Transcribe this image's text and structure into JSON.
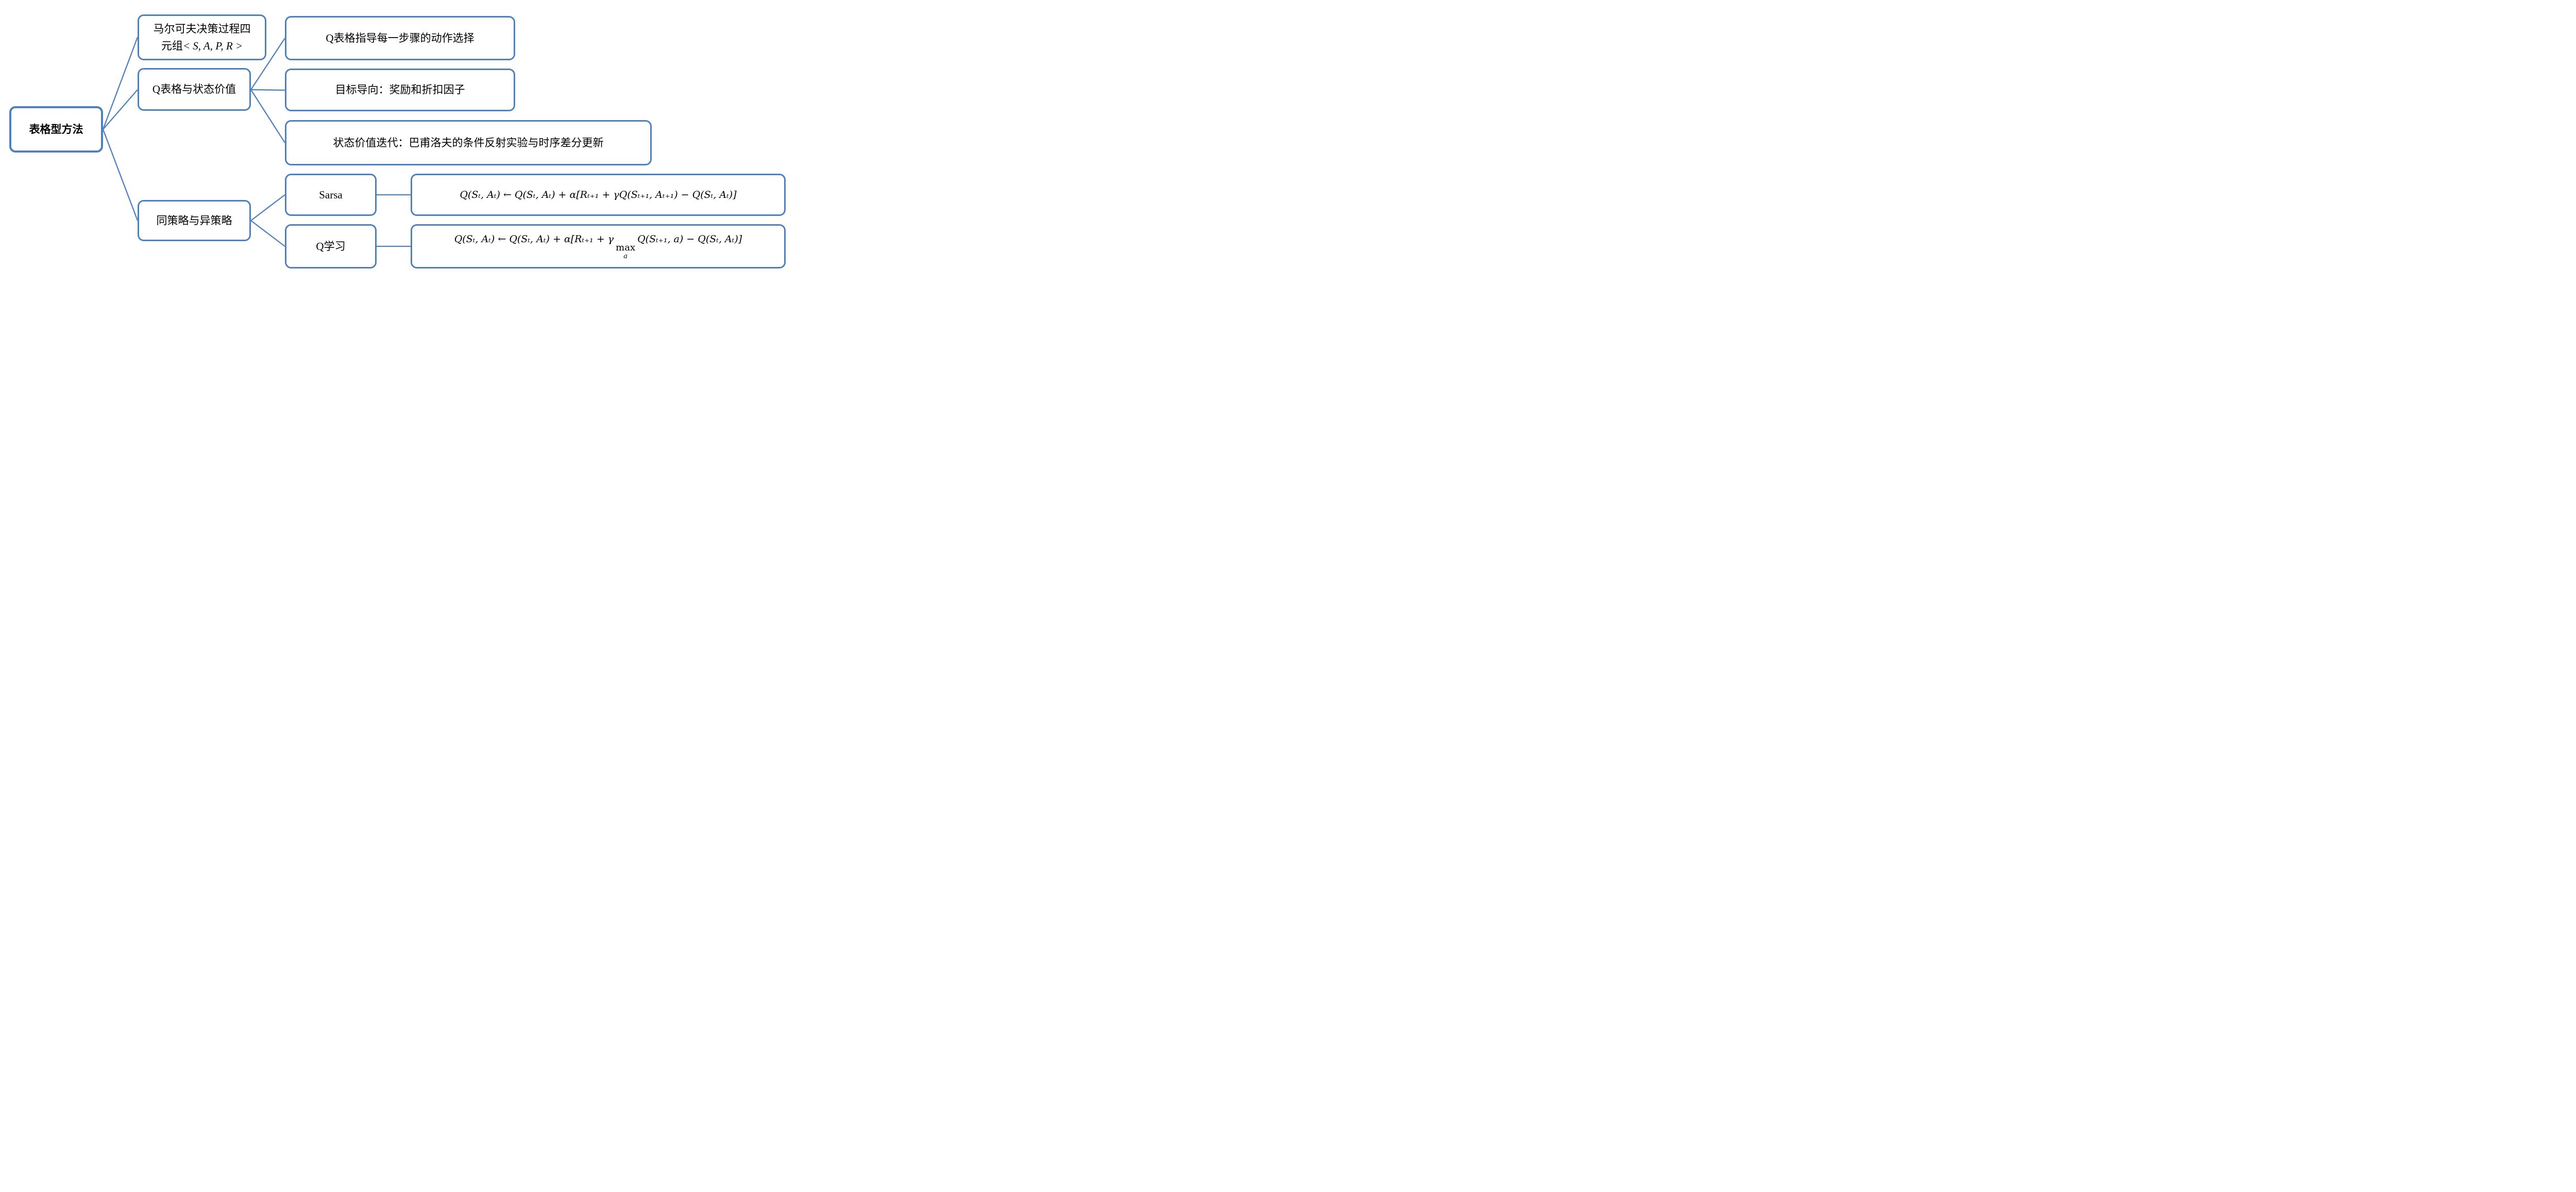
{
  "root": {
    "label": "表格型方法"
  },
  "mdp": {
    "line1": "马尔可夫决策过程四",
    "line2_cjk": "元组",
    "line2_math": "< S, A, P, R >"
  },
  "qtable": {
    "label": "Q表格与状态价值",
    "children": [
      {
        "label": "Q表格指导每一步骤的动作选择"
      },
      {
        "label": "目标导向：奖励和折扣因子"
      },
      {
        "label": "状态价值迭代：巴甫洛夫的条件反射实验与时序差分更新"
      }
    ]
  },
  "policy": {
    "label": "同策略与异策略",
    "children": [
      {
        "label": "Sarsa",
        "formula": "Q(Sₜ, Aₜ) ← Q(Sₜ, Aₜ) + α[Rₜ₊₁ + γQ(Sₜ₊₁, Aₜ₊₁) − Q(Sₜ, Aₜ)]"
      },
      {
        "label": "Q学习",
        "formula_pre": "Q(Sₜ, Aₜ) ← Q(Sₜ, Aₜ) + α[Rₜ₊₁ + γ",
        "max_word": "max",
        "max_sub": "a",
        "formula_post": "Q(Sₜ₊₁, a) − Q(Sₜ, Aₜ)]"
      }
    ]
  },
  "colors": {
    "accent": "#4f81bd",
    "text": "#000000",
    "background": "#ffffff"
  }
}
